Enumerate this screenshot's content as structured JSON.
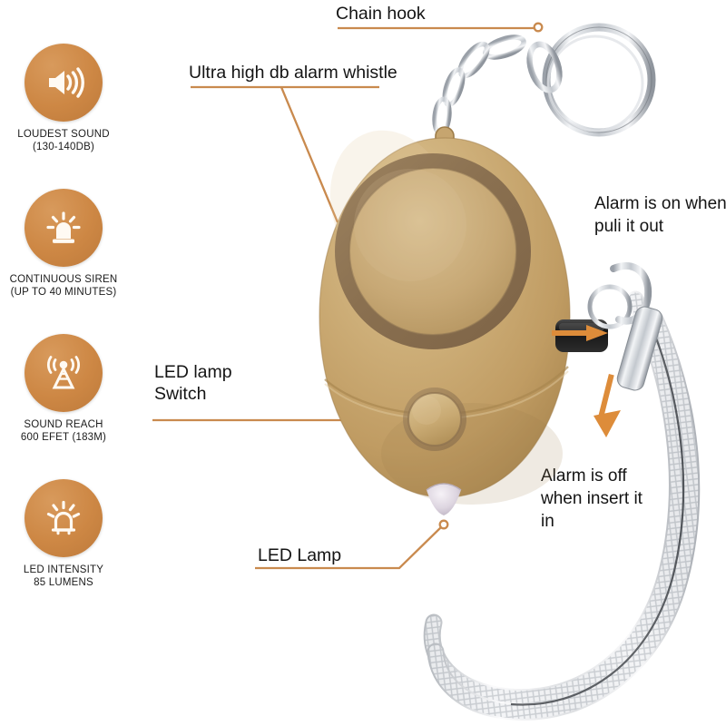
{
  "page": {
    "title": "Personal Safety Alarm Keychain Product Diagram",
    "background": "#ffffff",
    "accent": "#cd8744",
    "leader_color": "#c98a4e",
    "text_color": "#141414"
  },
  "badges": [
    {
      "id": "loudest-sound",
      "icon": "speaker-waves-icon",
      "lines": [
        "LOUDEST SOUND",
        "(130-140DB)"
      ],
      "color": "#cd8744"
    },
    {
      "id": "continuous-siren",
      "icon": "siren-beacon-icon",
      "lines": [
        "CONTINUOUS SIREN",
        "(UP TO 40 MINUTES)"
      ],
      "color": "#cd8744"
    },
    {
      "id": "sound-reach",
      "icon": "radio-tower-icon",
      "lines": [
        "SOUND REACH",
        "600 EFET (183M)"
      ],
      "color": "#cd8744"
    },
    {
      "id": "led-intensity",
      "icon": "led-lamp-rays-icon",
      "lines": [
        "LED INTENSITY",
        "85 LUMENS"
      ],
      "color": "#cd8744"
    }
  ],
  "callouts": {
    "chain_hook": {
      "label": "Chain hook"
    },
    "whistle": {
      "label": "Ultra high db alarm whistle"
    },
    "alarm_on": {
      "line1": "Alarm is on when",
      "line2": "puli it out"
    },
    "alarm_off": {
      "line1": "Alarm is off",
      "line2": "when insert it",
      "line3": "in"
    },
    "led_switch": {
      "line1": "LED lamp",
      "line2": "Switch"
    },
    "led_lamp": {
      "label": "LED Lamp"
    }
  },
  "product": {
    "name": "personal-alarm-keychain",
    "body_color": "#c5a06a",
    "body_highlight": "#d8bc8c",
    "body_shadow": "#a8824c",
    "speaker_ring_color": "#8d7352",
    "led_lamp_color": "#ded6e0",
    "pin_color": "#1a1a1a",
    "metal_color": "#c9ccd1",
    "strap_color": "#e9eaec"
  },
  "arrows": {
    "pull_arrow": {
      "direction": "right",
      "meaning": "pull-pin-out"
    },
    "insert_arrow": {
      "direction": "down",
      "meaning": "insert-pin-in"
    }
  }
}
